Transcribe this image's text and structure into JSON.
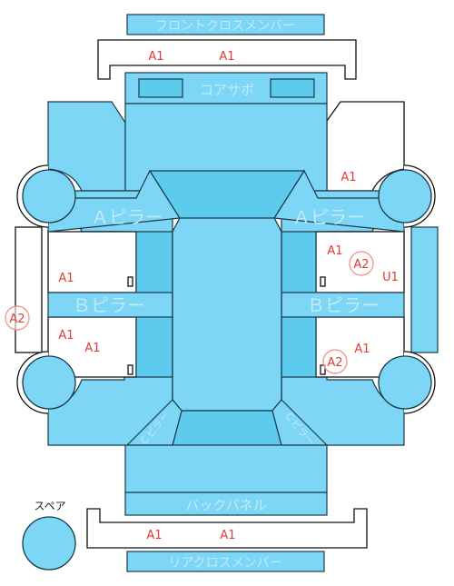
{
  "labels": {
    "front_cross_member": "フロントクロスメンバー",
    "core_support": "コアサポ",
    "a_pillar_left": "Ａピラー",
    "a_pillar_right": "Ａピラー",
    "b_pillar_left": "Ｂピラー",
    "b_pillar_right": "Ｂピラー",
    "back_panel": "バックパネル",
    "rear_cross_member": "リアクロスメンバー",
    "spare": "スペア",
    "c_pillar_left": "Ｃピラー",
    "c_pillar_right": "Ｃピラー"
  },
  "marks": {
    "front_a1_left": "A1",
    "front_a1_right": "A1",
    "right_front_a1": "A1",
    "right_door_a1": "A1",
    "right_door_a2": "A2",
    "right_door_u1": "U1",
    "left_front_door_a1": "A1",
    "left_rocker_a2": "A2",
    "left_rear_door_a1": "A1",
    "left_rear_door_a1b": "A1",
    "right_rear_a1": "A1",
    "right_rear_a2": "A2",
    "rear_a1_left": "A1",
    "rear_a1_right": "A1"
  }
}
